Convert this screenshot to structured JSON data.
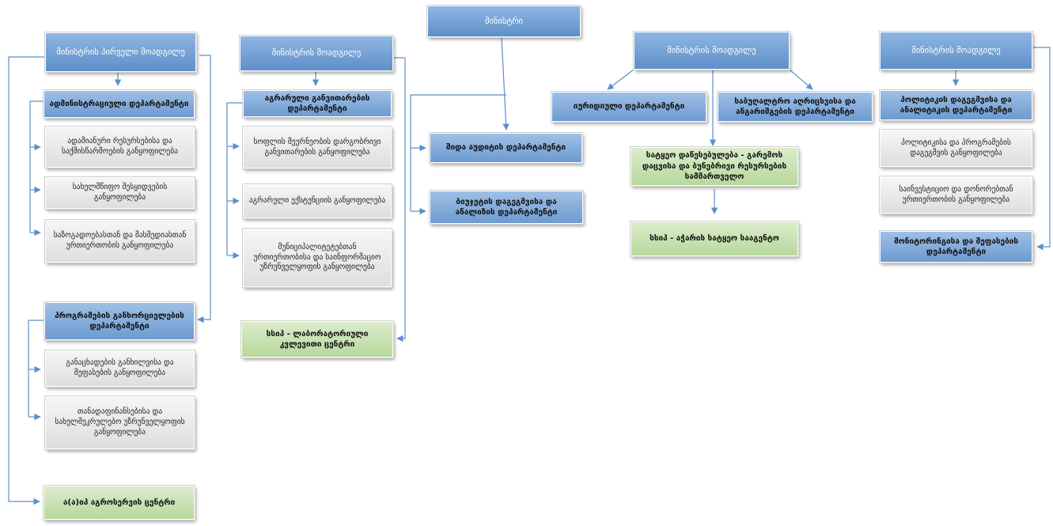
{
  "nodes": {
    "minister": "მინისტრი",
    "deputy_first": "მინისტრის პირველი მოადგილე",
    "deputy_2": "მინისტრის მოადგილე",
    "deputy_3": "მინისტრის მოადგილე",
    "deputy_4": "მინისტრის მოადგილე",
    "admin_dept": "ადმინისტრაციული დეპარტამენტი",
    "hr_div": "ადამიანური რესურსებისა და საქმისწარმოების განყოფილება",
    "procurement_div": "სახელმწიფო შესყიდვების განყოფილება",
    "pr_div": "საზოგადოებასთან და მასმედიასთან ურთიერთობის განყოფილება",
    "programs_dept": "პროგრამების განხორციელების დეპარტამენტი",
    "applications_div": "განაცხადების განხილვისა და შეფასების განყოფილება",
    "cofinancing_div": "თანადაფინანსებისა და სახელშეკრულებო უზრუნველყოფის განყოფილება",
    "agroservice": "ა(ა)იპ აგროსერვის ცენტრი",
    "agrarian_dept": "აგრარული განვითარების დეპარტამენტი",
    "farms_div": "სოფლის მეურნეობის დარგობრივი განვითარების განყოფილება",
    "extension_div": "აგრარული ექსტენციის განყოფილება",
    "municipal_div": "მუნიციპალიტეტებთან ურთიერთობისა და საინფორმაციო უზრუნველყოფის განყოფილება",
    "lab_center": "სსიპ - ლაბორატორიული კვლევითი ცენტრი",
    "audit_dept": "შიდა აუდიტის დეპარტამენტი",
    "budget_dept": "ბიუჯეტის დაგეგმვისა და ანალიზის დეპარტამენტი",
    "legal_dept": "იურიდიული დეპარტამენტი",
    "accounting_dept": "საბუღალტრო აღრიცხვისა და ანგარიშგების დეპარტამენტი",
    "forestry": "სატყეო დაწესებულება - გარემოს დაცვისა და ბუნებრივი რესურსების სამმართველო",
    "forest_agency": "სსიპ - აჭარის სატყეო სააგენტო",
    "policy_dept": "პოლიტიკის დაგეგმვისა და ანალიტიკის დეპარტამენტი",
    "policy_planning_div": "პოლიტიკისა და პროგრამების დაგეგმვის განყოფილება",
    "investment_div": "საინვესტიციო და დონორებთან ურთიერთობის განყოფილება",
    "monitoring_dept": "მონიტორინგისა და შეფასების დეპარტამენტი"
  },
  "colors": {
    "line": "#5b8fcb",
    "blue_fill": "#6f9ed4",
    "grey_fill": "#e6e6e6",
    "green_fill": "#c4dfae"
  }
}
